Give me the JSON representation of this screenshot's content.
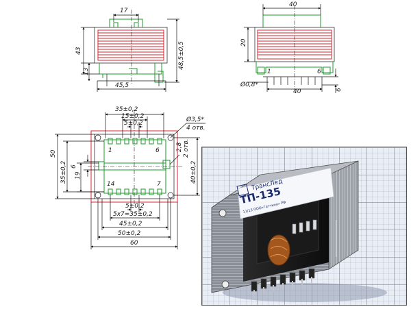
{
  "top_view": {
    "dim_top": "17",
    "dim_height_43": "43",
    "dim_height_485": "48,5±0,5",
    "dim_13": "13",
    "dim_455": "45,5"
  },
  "side_view": {
    "dim_top": "40",
    "dim_20": "20",
    "pin_left": "1",
    "pin_right": "6",
    "dim_pin_dia": "Ø0,8*",
    "dim_bottom": "40",
    "dim_6": "6"
  },
  "footprint": {
    "dim_35": "35±0,2",
    "dim_15": "15±0,2",
    "dim_5_top": "5±0,2",
    "hole_dia": "Ø3,5*",
    "hole_count": "4 отв.",
    "slot_size": "2,8",
    "slot_count": "2 отв.",
    "dim_50": "50",
    "dim_35_left": "35±0,2",
    "dim_19": "19",
    "dim_6": "6",
    "dim_40_right": "40±0,2",
    "pin_1": "1",
    "pin_6": "6",
    "pin_14": "14",
    "pin_7": "7",
    "dim_5_bottom": "5±0,2",
    "dim_5x7": "5х7=35±0,2",
    "dim_45": "45±0,2",
    "dim_50_bottom": "50±0,2",
    "dim_60": "60"
  },
  "photo": {
    "logo_line": "ТрансЛед",
    "model": "ТП-135",
    "bottom_line": "11/13 ООО«Гатчина» РФ"
  },
  "colors": {
    "outline": "#111111",
    "winding": "#d9232e",
    "pins": "#1d9a2c",
    "grid": "#5a78c8"
  }
}
